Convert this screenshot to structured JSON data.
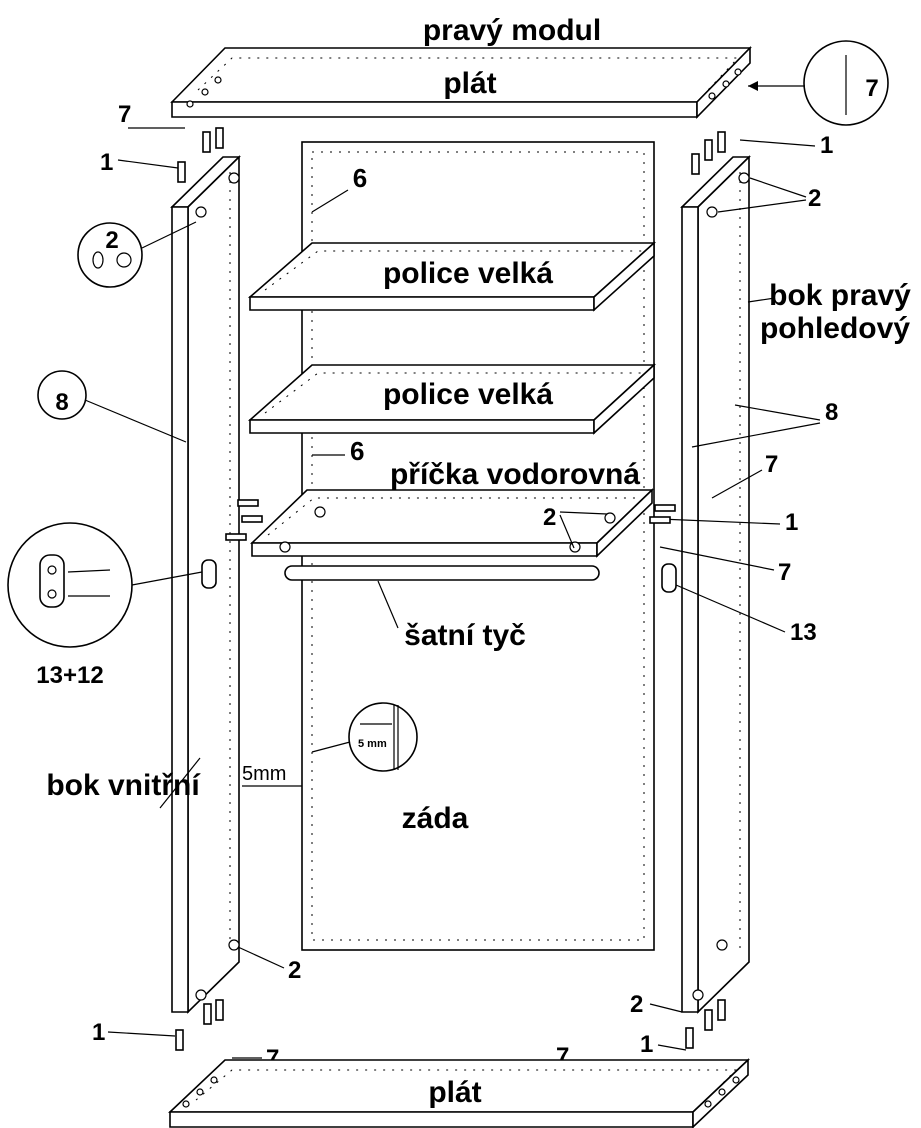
{
  "labels": {
    "title": "pravý modul",
    "top_plate": "plát",
    "bottom_plate": "plát",
    "shelf_upper": "police velká",
    "shelf_lower": "police velká",
    "divider": "příčka vodorovná",
    "rod": "šatní tyč",
    "back": "záda",
    "side_right": "bok pravý",
    "side_right_2": "pohledový",
    "side_inner": "bok vnitřní",
    "gap": "5mm",
    "detail_gap": "5 mm"
  },
  "parts": {
    "p1": "1",
    "p2": "2",
    "p6": "6",
    "p7": "7",
    "p8": "8",
    "p13": "13",
    "p13_12": "13+12"
  }
}
